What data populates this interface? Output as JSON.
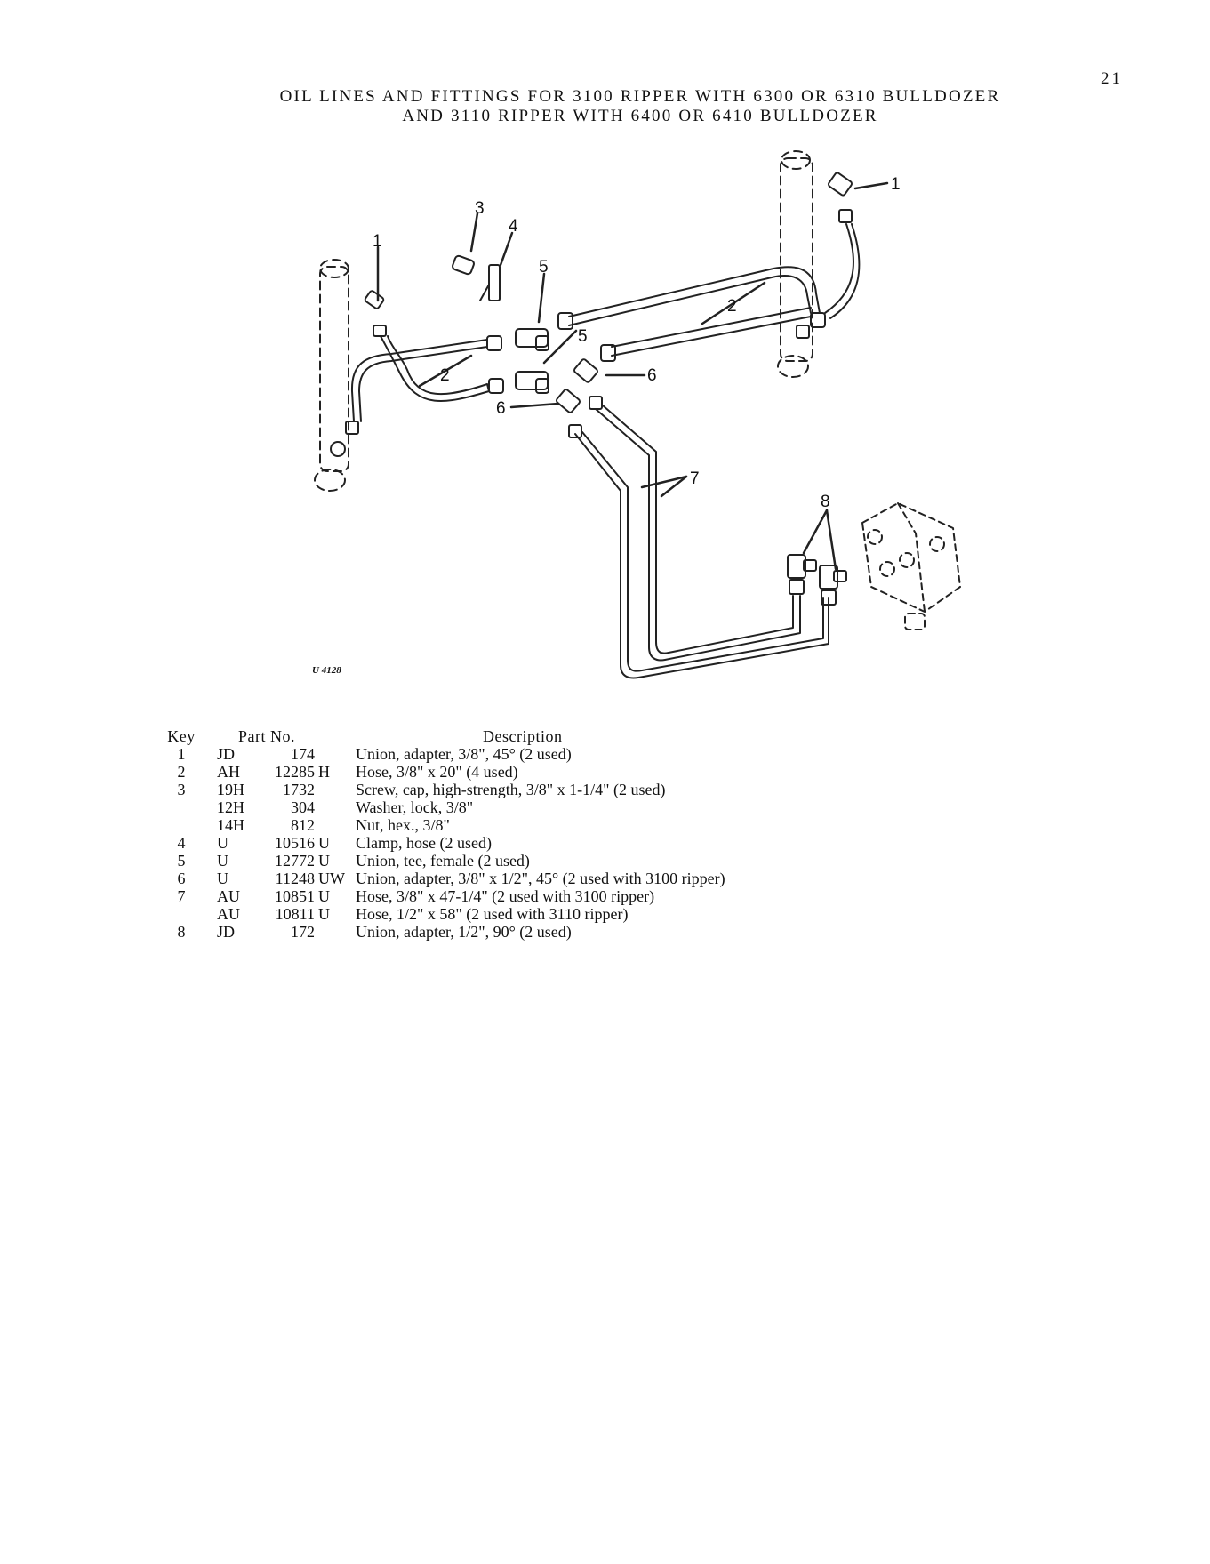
{
  "page_number": "21",
  "title": {
    "line1": "OIL LINES AND FITTINGS FOR 3100 RIPPER WITH 6300 OR 6310 BULLDOZER",
    "line2": "AND 3110 RIPPER WITH 6400 OR 6410 BULLDOZER"
  },
  "figure": {
    "reference": "U 4128",
    "callouts": {
      "c1a": "1",
      "c1b": "1",
      "c2a": "2",
      "c2b": "2",
      "c3": "3",
      "c4": "4",
      "c5a": "5",
      "c5b": "5",
      "c6a": "6",
      "c6b": "6",
      "c7": "7",
      "c8": "8"
    }
  },
  "parts_table": {
    "headers": {
      "key": "Key",
      "part_no": "Part No.",
      "description": "Description"
    },
    "rows": [
      {
        "key": "1",
        "prefix": "JD",
        "number": "174",
        "suffix": "",
        "description": "Union, adapter, 3/8\", 45° (2 used)"
      },
      {
        "key": "2",
        "prefix": "AH",
        "number": "12285",
        "suffix": "H",
        "description": "Hose, 3/8\" x 20\" (4 used)"
      },
      {
        "key": "3",
        "prefix": "19H",
        "number": "1732",
        "suffix": "",
        "description": "Screw, cap, high-strength, 3/8\" x 1-1/4\" (2 used)"
      },
      {
        "key": "",
        "prefix": "12H",
        "number": "304",
        "suffix": "",
        "description": "Washer, lock, 3/8\""
      },
      {
        "key": "",
        "prefix": "14H",
        "number": "812",
        "suffix": "",
        "description": "Nut, hex., 3/8\""
      },
      {
        "key": "4",
        "prefix": "U",
        "number": "10516",
        "suffix": "U",
        "description": "Clamp, hose (2 used)"
      },
      {
        "key": "5",
        "prefix": "U",
        "number": "12772",
        "suffix": "U",
        "description": "Union, tee, female (2 used)"
      },
      {
        "key": "6",
        "prefix": "U",
        "number": "11248",
        "suffix": "UW",
        "description": "Union, adapter, 3/8\" x 1/2\", 45° (2 used with 3100 ripper)"
      },
      {
        "key": "7",
        "prefix": "AU",
        "number": "10851",
        "suffix": "U",
        "description": "Hose, 3/8\" x 47-1/4\" (2 used with 3100 ripper)"
      },
      {
        "key": "",
        "prefix": "AU",
        "number": "10811",
        "suffix": "U",
        "description": "Hose, 1/2\" x 58\" (2 used with 3110 ripper)"
      },
      {
        "key": "8",
        "prefix": "JD",
        "number": "172",
        "suffix": "",
        "description": "Union, adapter, 1/2\", 90° (2 used)"
      }
    ]
  }
}
